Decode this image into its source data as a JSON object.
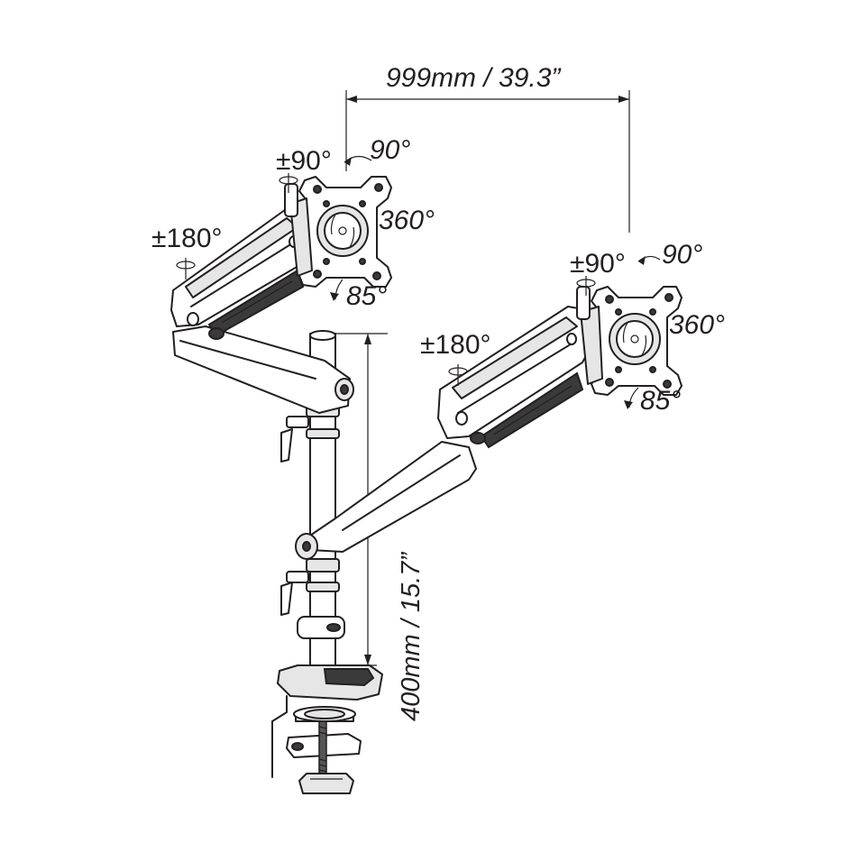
{
  "dimensions": {
    "width_label": "999mm / 39.3”",
    "height_label": "400mm / 15.7”"
  },
  "left_monitor": {
    "swivel": "±90°",
    "tilt_up": "90°",
    "rotation": "360°",
    "tilt_down": "85°",
    "arm_swivel": "±180°"
  },
  "right_monitor": {
    "swivel": "±90°",
    "tilt_up": "90°",
    "rotation": "360°",
    "tilt_down": "85°",
    "arm_swivel": "±180°"
  },
  "colors": {
    "line": "#231f20",
    "fill": "#ffffff",
    "shade": "#e6e6e6"
  }
}
